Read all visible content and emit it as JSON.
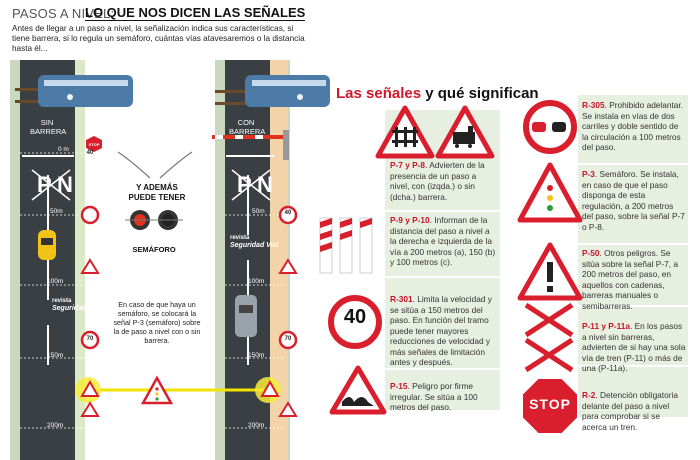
{
  "header": {
    "kicker": "PASOS A NIVEL:",
    "title": "LO QUE NOS DICEN LAS SEÑALES",
    "description": "Antes de llegar a un paso a nivel, la señalización indica sus características, si tiene barrera, si lo regula un semáforo, cuántas vías atavesaremos o la distancia hasta él..."
  },
  "left_diagram": {
    "road_left_label": "SIN BARRERA",
    "road_right_label": "CON BARRERA",
    "road_letters": [
      "P",
      "N"
    ],
    "distance_marks": [
      "0 m",
      "50m",
      "100m",
      "150m",
      "200m"
    ],
    "speed_sign": "40",
    "speed_sign_2": "70",
    "stop_label": "STOP",
    "center_label": "Y ADEMÁS PUEDE TENER",
    "semaforo_label": "SEMÁFORO",
    "note": "En caso de que haya un semáforo, se colocará la señal P-3 (semáforo) sobre la de paso a nivel con o sin barrera.",
    "watermark_top": "revista",
    "watermark_main": "Seguridad Vial"
  },
  "signs_section": {
    "title_red": "Las señales",
    "title_black": "y qué significan",
    "entries": [
      {
        "code": "P-7 y P-8",
        "text": ". Advierten de la presencia de un paso a nivel, con (izqda.) o sin (dcha.) barrera."
      },
      {
        "code": "P-9 y P-10",
        "text": ". Informan de la distancia del paso a nivel a la derecha e izquierda de la vía a 200 metros (a), 150 (b) y 100 metros (c)."
      },
      {
        "code": "R-301",
        "text": ". Limita la velocidad y se sitúa a 150 metros del paso. En función del tramo puede tener mayores reducciones de velocidad y más señales de limitación antes y después."
      },
      {
        "code": "P-15",
        "text": ". Peligro por firme irregular. Se sitúa a 100 metros del paso."
      },
      {
        "code": "R-305",
        "text": ". Prohibido adelantar. Se instala en vías de dos carriles y doble sentido de la circulación a 100 metros del paso."
      },
      {
        "code": "P-3",
        "text": ". Semáforo. Se instala, en caso de que el paso disponga de esta regulación, a 200 metros del paso, sobre la señal P-7 o P-8."
      },
      {
        "code": "P-50",
        "text": ". Otros peligros. Se sitúa sobre la señal P-7, a 200 metros del paso, en aquellos con cadenas, barreras manuales o semibarreras."
      },
      {
        "code": "P-11 y P-11a",
        "text": ". En los pasos a nivel sin barreras, advierten de si hay una sola vía de tren (P-11) o más de una (P-11a)."
      },
      {
        "code": "R-2",
        "text": ". Detención obligatoria delante del paso a nivel para comprobar si se acerca un tren."
      }
    ],
    "speed_value": "40",
    "stop_value": "STOP"
  }
}
